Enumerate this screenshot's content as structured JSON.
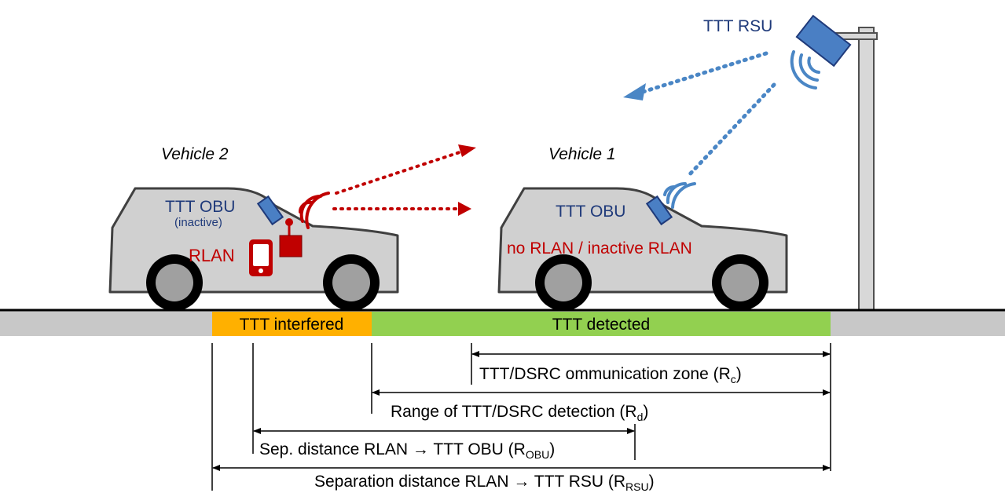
{
  "colors": {
    "vehicle_fill": "#d0d0d0",
    "outline": "#404040",
    "ttt_blue": "#1f3a7a",
    "rlan_red": "#c00000",
    "wave_blue": "#4a86c5",
    "interfered_orange": "#ffb000",
    "detected_green": "#92d050",
    "road_gray": "#c8c8c8"
  },
  "rsu": {
    "label": "TTT RSU"
  },
  "vehicle2": {
    "title": "Vehicle 2",
    "obu_label": "TTT OBU",
    "obu_status": "(inactive)",
    "rlan_label": "RLAN"
  },
  "vehicle1": {
    "title": "Vehicle 1",
    "obu_label": "TTT OBU",
    "rlan_status": "no RLAN / inactive RLAN"
  },
  "road": {
    "interfered_label": "TTT interfered",
    "detected_label": "TTT detected"
  },
  "distances": {
    "comm_zone": {
      "text": "TTT/DSRC ommunication zone (R",
      "sub": "c",
      "close": ")"
    },
    "detection_range": {
      "text": "Range of TTT/DSRC detection (R",
      "sub": "d",
      "close": ")"
    },
    "sep_obu": {
      "text": "Sep. distance RLAN → TTT OBU (R",
      "sub": "OBU",
      "close": ")"
    },
    "sep_rsu": {
      "text": "Separation distance RLAN → TTT RSU (R",
      "sub": "RSU",
      "close": ")"
    }
  }
}
